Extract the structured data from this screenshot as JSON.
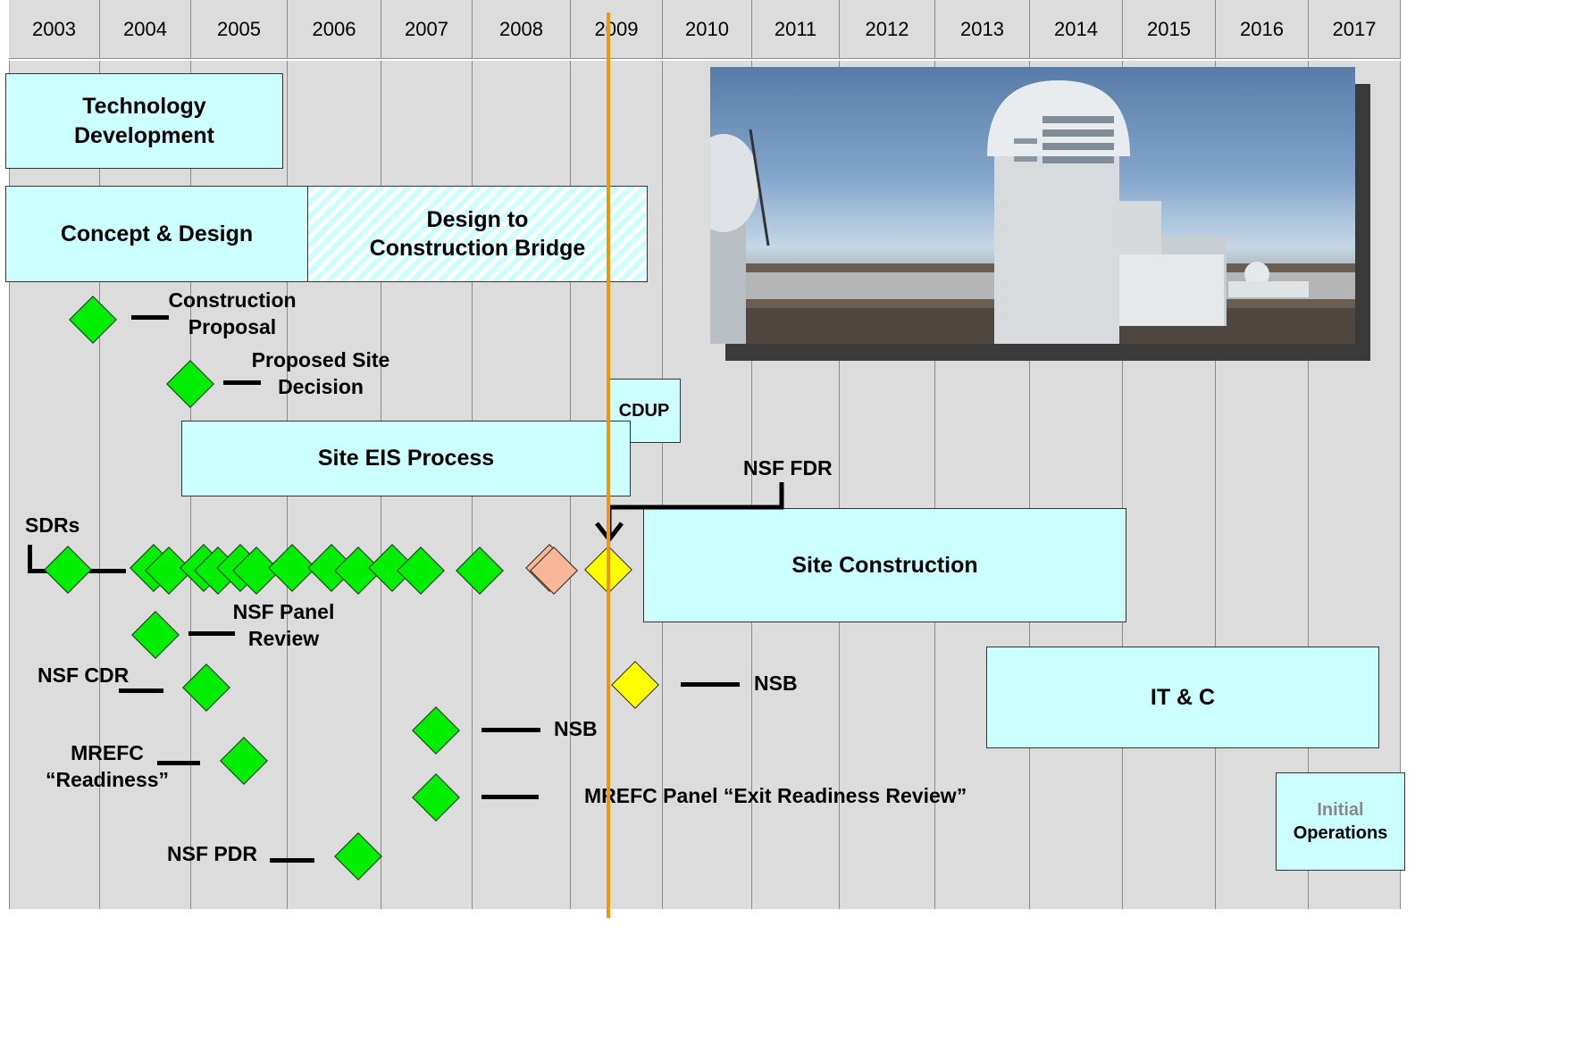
{
  "years": [
    "2003",
    "2004",
    "2005",
    "2006",
    "2007",
    "2008",
    "2009",
    "2010",
    "2011",
    "2012",
    "2013",
    "2014",
    "2015",
    "2016",
    "2017"
  ],
  "bars": {
    "technology_development": "Technology\nDevelopment",
    "concept_design": "Concept & Design",
    "design_bridge": "Design to\nConstruction Bridge",
    "cdup": "CDUP",
    "site_eis": "Site EIS Process",
    "site_construction": "Site Construction",
    "it_c": "IT & C",
    "initial_operations_line1": "Initial",
    "initial_operations_line2": "Operations"
  },
  "milestones": {
    "construction_proposal": "Construction\nProposal",
    "proposed_site_decision": "Proposed Site\nDecision",
    "sdrs": "SDRs",
    "nsf_fdr": "NSF FDR",
    "nsf_panel_review": "NSF Panel\nReview",
    "nsf_cdr": "NSF CDR",
    "mrefc_readiness": "MREFC\n“Readiness”",
    "nsf_pdr": "NSF PDR",
    "nsb_2007": "NSB",
    "mrefc_exit_review": "MREFC Panel “Exit Readiness Review”",
    "nsb_2009": "NSB"
  },
  "colors": {
    "grid_bg": "#dcdcdc",
    "bar_fill": "#ccffff",
    "milestone_done": "#00ee00",
    "milestone_pending": "#ffff00",
    "milestone_slipped": "#f8b898",
    "today_line": "#f0960a",
    "initial_text": "#888888"
  },
  "photo": {
    "icon": "telescope-observatory-photo"
  }
}
